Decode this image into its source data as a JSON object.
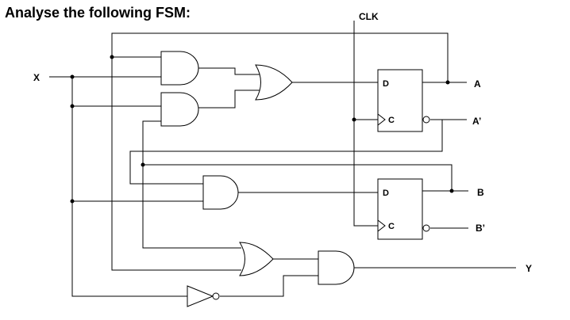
{
  "title": "Analyse the following FSM:",
  "labels": {
    "clk": "CLK",
    "x": "X",
    "a": "A",
    "a_bar": "A’",
    "b": "B",
    "b_bar": "B’",
    "y": "Y"
  },
  "flipflops": [
    {
      "d_pin": "D",
      "c_pin": "C"
    },
    {
      "d_pin": "D",
      "c_pin": "C"
    }
  ]
}
